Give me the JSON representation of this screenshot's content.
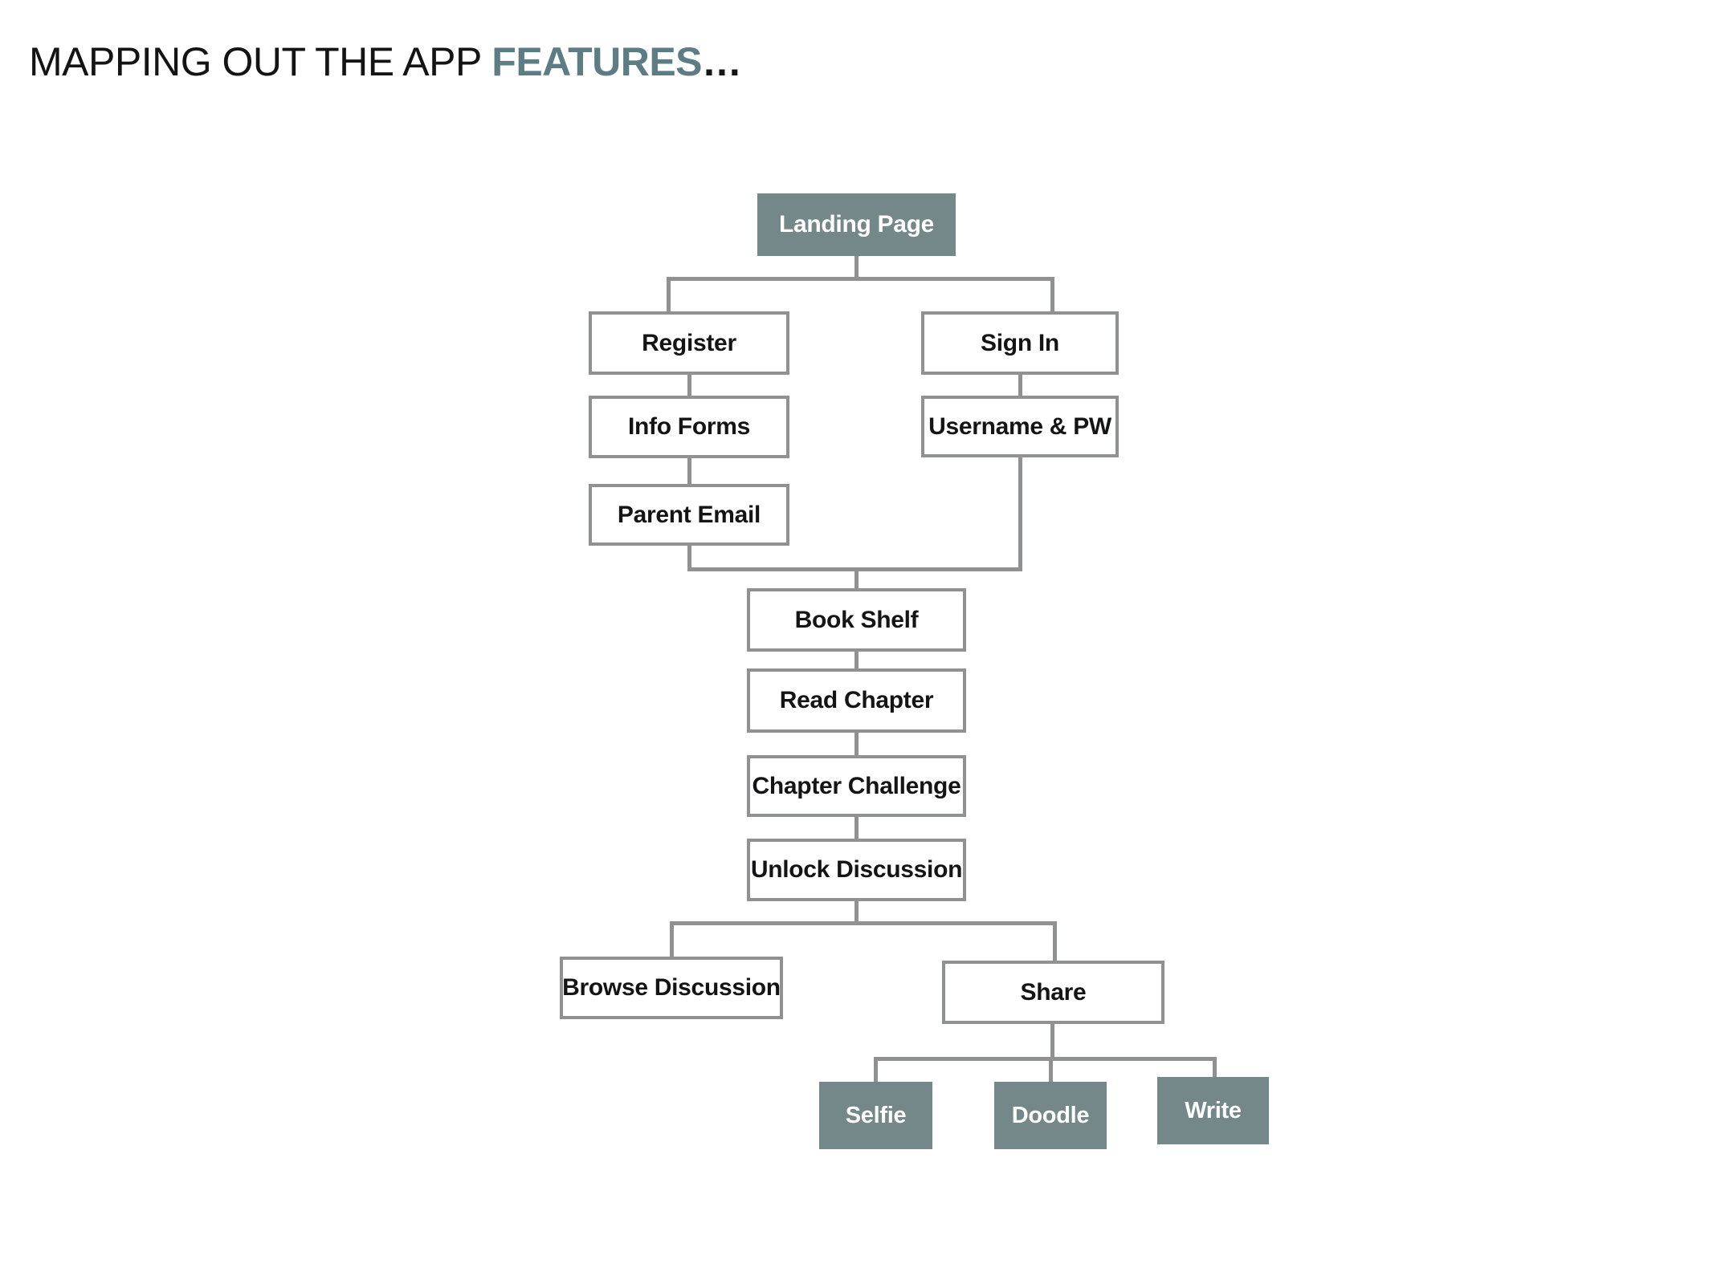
{
  "title": {
    "prefix": "MAPPING OUT THE APP ",
    "highlight": "FEATURES",
    "suffix": "…"
  },
  "colors": {
    "accent": "#5e7c83",
    "node_fill": "#748789",
    "node_border": "#8f9193",
    "connector": "#8f9193",
    "text_dark": "#141414",
    "text_light": "#ffffff",
    "page_bg": "#ffffff"
  },
  "nodes": {
    "landing_page": {
      "label": "Landing Page",
      "variant": "filled"
    },
    "register": {
      "label": "Register",
      "variant": "outline"
    },
    "sign_in": {
      "label": "Sign In",
      "variant": "outline"
    },
    "info_forms": {
      "label": "Info Forms",
      "variant": "outline"
    },
    "username_pw": {
      "label": "Username & PW",
      "variant": "outline"
    },
    "parent_email": {
      "label": "Parent Email",
      "variant": "outline"
    },
    "book_shelf": {
      "label": "Book Shelf",
      "variant": "outline"
    },
    "read_chapter": {
      "label": "Read Chapter",
      "variant": "outline"
    },
    "chapter_challenge": {
      "label": "Chapter Challenge",
      "variant": "outline"
    },
    "unlock_discussion": {
      "label": "Unlock Discussion",
      "variant": "outline"
    },
    "browse_discussion": {
      "label": "Browse Discussion",
      "variant": "outline"
    },
    "share": {
      "label": "Share",
      "variant": "outline"
    },
    "selfie": {
      "label": "Selfie",
      "variant": "filled"
    },
    "doodle": {
      "label": "Doodle",
      "variant": "filled"
    },
    "write": {
      "label": "Write",
      "variant": "filled"
    }
  },
  "edges": [
    {
      "from": "landing_page",
      "to": "register"
    },
    {
      "from": "landing_page",
      "to": "sign_in"
    },
    {
      "from": "register",
      "to": "info_forms"
    },
    {
      "from": "info_forms",
      "to": "parent_email"
    },
    {
      "from": "sign_in",
      "to": "username_pw"
    },
    {
      "from": "parent_email",
      "to": "book_shelf"
    },
    {
      "from": "username_pw",
      "to": "book_shelf"
    },
    {
      "from": "book_shelf",
      "to": "read_chapter"
    },
    {
      "from": "read_chapter",
      "to": "chapter_challenge"
    },
    {
      "from": "chapter_challenge",
      "to": "unlock_discussion"
    },
    {
      "from": "unlock_discussion",
      "to": "browse_discussion"
    },
    {
      "from": "unlock_discussion",
      "to": "share"
    },
    {
      "from": "share",
      "to": "selfie"
    },
    {
      "from": "share",
      "to": "doodle"
    },
    {
      "from": "share",
      "to": "write"
    }
  ]
}
